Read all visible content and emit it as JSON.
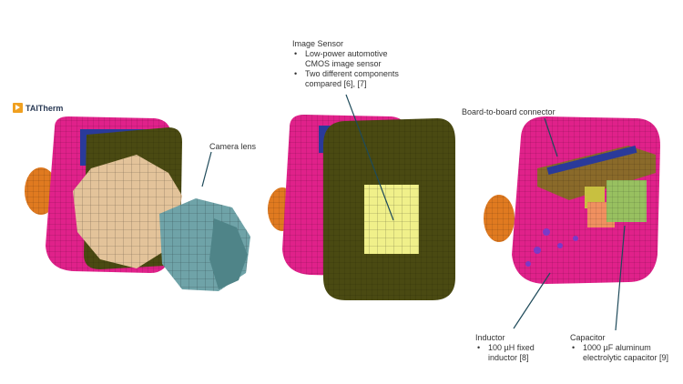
{
  "logo": {
    "text": "TAITherm"
  },
  "labels": {
    "camera_lens": "Camera lens",
    "image_sensor": {
      "title": "Image Sensor",
      "bullets": [
        "Low-power automotive CMOS image sensor",
        "Two different components compared [6], [7]"
      ]
    },
    "board_connector": "Board-to-board connector",
    "inductor": {
      "title": "Inductor",
      "bullets": [
        "100 µH fixed inductor [8]"
      ]
    },
    "capacitor": {
      "title": "Capacitor",
      "bullets": [
        "1000 µF aluminum electrolytic capacitor [9]"
      ]
    }
  },
  "colors": {
    "pcb": "#e0218a",
    "housing": "#4a4a12",
    "lens": "#6fa3a8",
    "lens_mount": "#e3c39a",
    "sensor": "#f0f08a",
    "connector": "#8a6a2a",
    "capacitor": "#98c060",
    "inductor": "#f09060",
    "cylinder": "#e07a20"
  }
}
